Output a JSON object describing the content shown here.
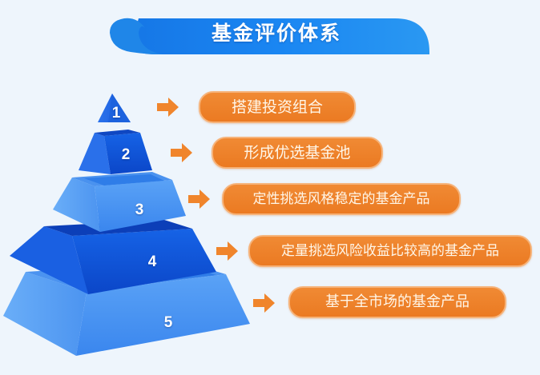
{
  "title": "基金评价体系",
  "colors": {
    "background": "#eef5fc",
    "banner_blue": "#1e8bf0",
    "banner_dark": "#1670d8",
    "pill_orange": "#ec7d26",
    "pill_border": "#f6b37a",
    "tier_dark_blue": "#0d4fd6",
    "tier_light_blue": "#3a8af0"
  },
  "icons": {
    "arrow": "orange-right-arrow-icon"
  },
  "tiers": [
    {
      "number": "1",
      "label": "搭建投资组合"
    },
    {
      "number": "2",
      "label": "形成优选基金池"
    },
    {
      "number": "3",
      "label": "定性挑选风格稳定的基金产品"
    },
    {
      "number": "4",
      "label": "定量挑选风险收益比较高的基金产品"
    },
    {
      "number": "5",
      "label": "基于全市场的基金产品"
    }
  ]
}
